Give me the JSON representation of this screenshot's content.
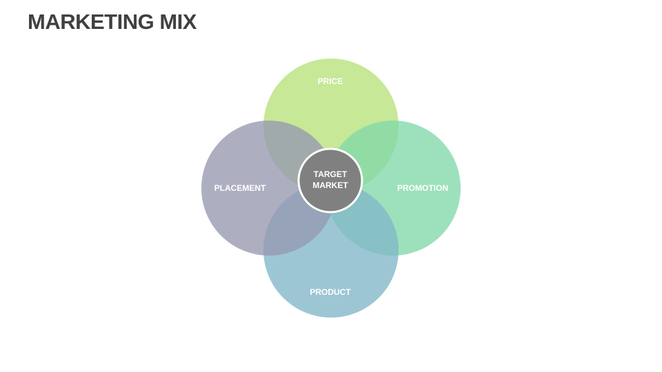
{
  "title": "MARKETING MIX",
  "diagram": {
    "center": {
      "line1": "TARGET",
      "line2": "MARKET",
      "color": "#808080"
    },
    "petals": [
      {
        "label": "PRICE",
        "color": "#b7e17a"
      },
      {
        "label": "PROMOTION",
        "color": "#81d8a9"
      },
      {
        "label": "PRODUCT",
        "color": "#82b6c8"
      },
      {
        "label": "PLACEMENT",
        "color": "#9698b0"
      }
    ]
  }
}
